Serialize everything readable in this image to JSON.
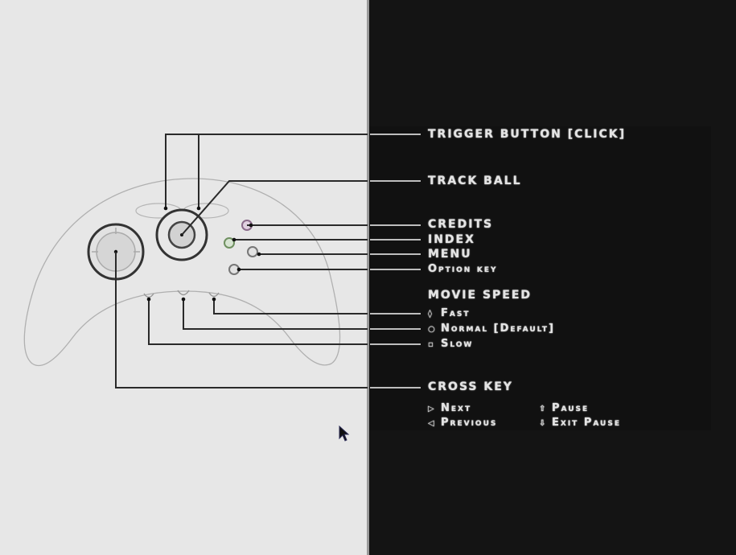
{
  "screen": {
    "colors": {
      "left_background": "#e7e7e7",
      "right_background": "#141414",
      "legend_box": "#111111",
      "label_text": "#e4e4e4",
      "line_dark": "#2a2a2a",
      "line_light": "#bdbdbd",
      "controller_outline": "#b0b0b0",
      "credits_button": "#c89ac8",
      "index_button": "#8fbf7f"
    }
  },
  "controller": {
    "name": "controller-diagram",
    "buttons": [
      "trigger-left",
      "trigger-right",
      "track-ball",
      "credits",
      "index",
      "menu",
      "option-key",
      "speed-fast",
      "speed-normal",
      "speed-slow",
      "cross-key"
    ]
  },
  "labels": {
    "trigger": "TRIGGER BUTTON [CLICK]",
    "track_ball": "TRACK BALL",
    "credits": "CREDITS",
    "index": "INDEX",
    "menu": "MENU",
    "option_key": "Option key",
    "movie_speed": {
      "heading": "MOVIE SPEED",
      "fast": "Fast",
      "normal": "Normal [Default]",
      "slow": "Slow",
      "fast_icon": "◊",
      "normal_icon": "○",
      "slow_icon": "▫"
    },
    "cross_key": {
      "heading": "CROSS KEY",
      "next": "Next",
      "previous": "Previous",
      "pause": "Pause",
      "exit_pause": "Exit Pause",
      "next_icon": "▷",
      "previous_icon": "◁",
      "pause_icon": "⇧",
      "exit_pause_icon": "⇩"
    }
  }
}
